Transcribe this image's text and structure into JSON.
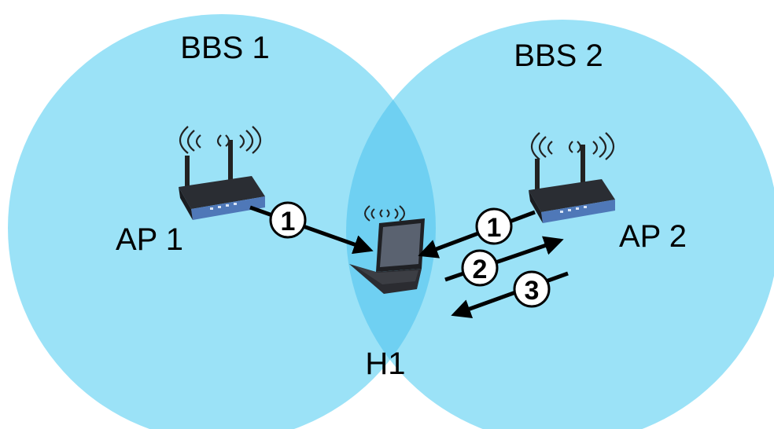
{
  "colors": {
    "background": "#ffffff",
    "bss_fill": "#9be2f7",
    "overlap_fill": "#6fd0f2",
    "arrow": "#000000",
    "router_body": "#2a2d33",
    "router_face": "#4f78b8"
  },
  "bss": [
    {
      "label": "BBS 1"
    },
    {
      "label": "BBS 2"
    }
  ],
  "access_points": [
    {
      "label": "AP 1",
      "icon": "wireless-router-icon"
    },
    {
      "label": "AP 2",
      "icon": "wireless-router-icon"
    }
  ],
  "host": {
    "label": "H1",
    "icon": "laptop-icon"
  },
  "messages": [
    {
      "step": "1",
      "from": "AP 1",
      "to": "H1"
    },
    {
      "step": "1",
      "from": "AP 2",
      "to": "H1"
    },
    {
      "step": "2",
      "from": "H1",
      "to": "AP 2"
    },
    {
      "step": "3",
      "from": "AP 2",
      "to": "H1"
    }
  ]
}
